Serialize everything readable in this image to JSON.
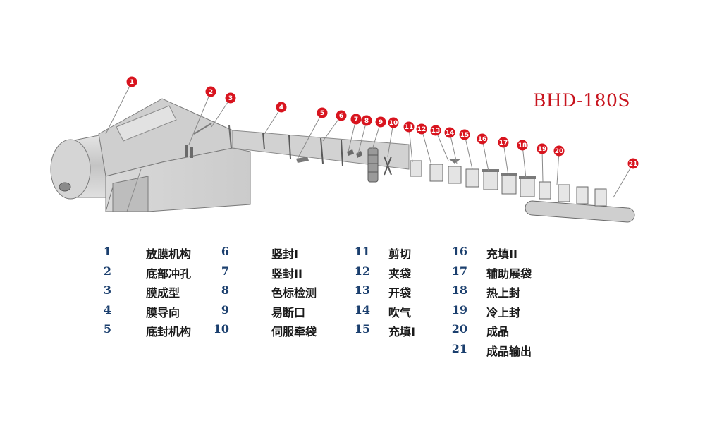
{
  "model": "BHD-180S",
  "callouts": [
    "1",
    "2",
    "3",
    "4",
    "5",
    "6",
    "7",
    "8",
    "9",
    "10",
    "11",
    "12",
    "13",
    "14",
    "15",
    "16",
    "17",
    "18",
    "19",
    "20",
    "21"
  ],
  "legend": [
    {
      "num": "1",
      "label": "放膜机构"
    },
    {
      "num": "2",
      "label": "底部冲孔"
    },
    {
      "num": "3",
      "label": "膜成型"
    },
    {
      "num": "4",
      "label": "膜导向"
    },
    {
      "num": "5",
      "label": "底封机构"
    },
    {
      "num": "6",
      "label": "竖封I"
    },
    {
      "num": "7",
      "label": "竖封II"
    },
    {
      "num": "8",
      "label": "色标检测"
    },
    {
      "num": "9",
      "label": "易断口"
    },
    {
      "num": "10",
      "label": "伺服牵袋"
    },
    {
      "num": "11",
      "label": "剪切"
    },
    {
      "num": "12",
      "label": "夹袋"
    },
    {
      "num": "13",
      "label": "开袋"
    },
    {
      "num": "14",
      "label": "吹气"
    },
    {
      "num": "15",
      "label": "充填I"
    },
    {
      "num": "16",
      "label": "充填II"
    },
    {
      "num": "17",
      "label": "辅助展袋"
    },
    {
      "num": "18",
      "label": "热上封"
    },
    {
      "num": "19",
      "label": "冷上封"
    },
    {
      "num": "20",
      "label": "成品"
    },
    {
      "num": "21",
      "label": "成品输出"
    }
  ],
  "colors": {
    "callout": "#d8141e",
    "model": "#c8141e",
    "number": "#1b3f6e",
    "machine": "#cfcfcf",
    "outline": "#7a7a7a"
  }
}
